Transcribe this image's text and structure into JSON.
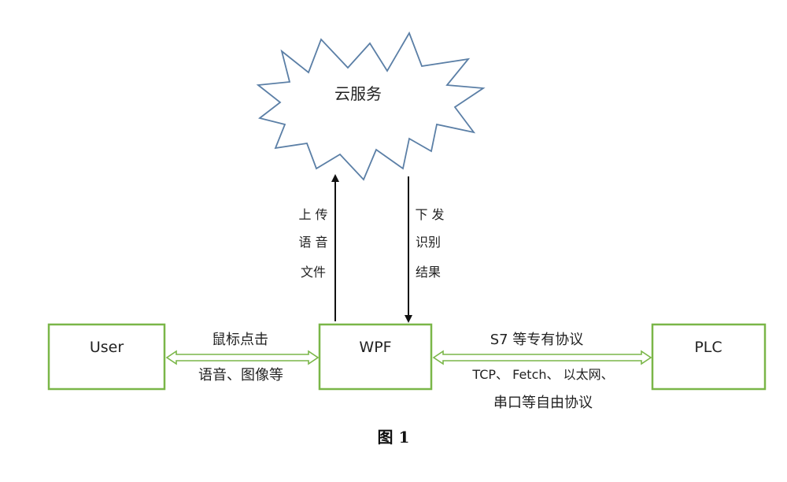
{
  "nodes": {
    "user": "User",
    "wpf": "WPF",
    "plc": "PLC",
    "cloud": "云服务"
  },
  "edges": {
    "upload": [
      "上 传",
      "语 音",
      "文件"
    ],
    "download": [
      "下 发",
      "识别",
      "结果"
    ],
    "user_wpf": [
      "鼠标点击",
      "语音、图像等"
    ],
    "wpf_plc_top": "S7 等专有协议",
    "wpf_plc_bottom": [
      "TCP、 Fetch、 以太网、",
      "串口等自由协议"
    ]
  },
  "caption": "图 1",
  "colors": {
    "box_border": "#7ab648",
    "cloud_border": "#5b7fa6",
    "arrow": "#111111"
  }
}
